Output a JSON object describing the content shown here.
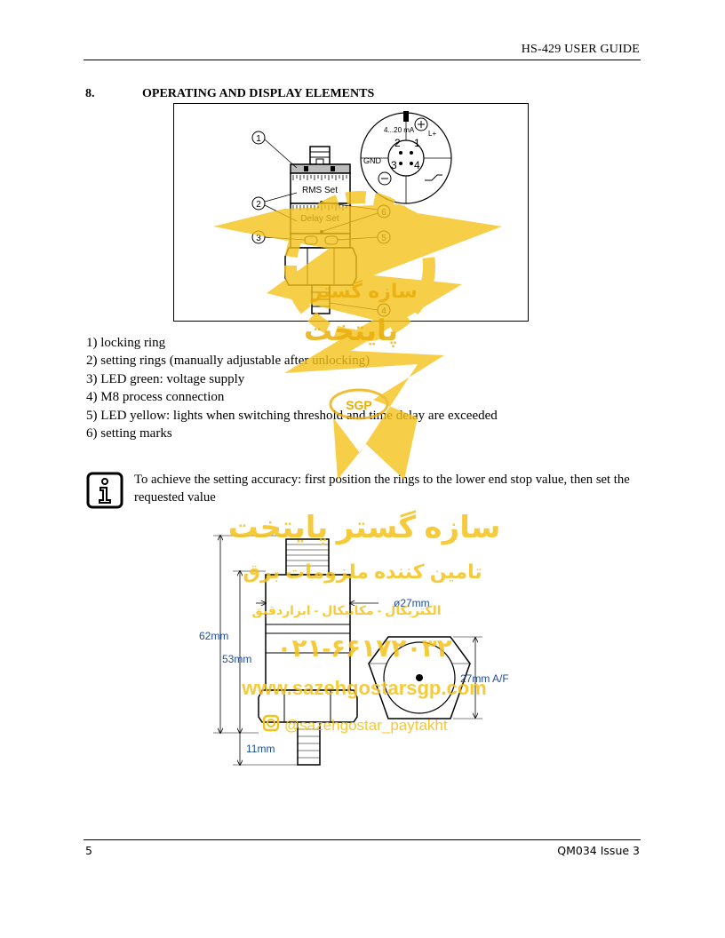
{
  "header": {
    "title": "HS-429 USER GUIDE"
  },
  "section": {
    "number": "8.",
    "title": "OPERATING AND DISPLAY ELEMENTS"
  },
  "diagram": {
    "callouts": [
      "1",
      "2",
      "3",
      "4",
      "5",
      "6"
    ],
    "ring_labels": {
      "rms": "RMS Set",
      "delay": "Delay Set"
    },
    "connector": {
      "signal": "4...20 mA",
      "lplus": "L+",
      "gnd": "GND",
      "pins": [
        "2",
        "1",
        "3",
        "4"
      ]
    }
  },
  "legend": [
    "1) locking ring",
    "2) setting rings (manually adjustable after unlocking)",
    "3) LED green: voltage supply",
    "4) M8 process connection",
    "5) LED yellow: lights when switching threshold and time delay are exceeded",
    "6) setting marks"
  ],
  "note": {
    "text": "To achieve the setting accuracy: first position the rings to the lower end stop value, then set the requested value"
  },
  "dimensions": {
    "diameter": "ø27mm",
    "total": "62mm",
    "body": "53mm",
    "thread": "11mm",
    "af": "27mm A/F"
  },
  "watermark": {
    "company": "سازه گستر پایتخت",
    "tagline": "تامین کننده ملزومات برق",
    "sub": "الکتریکال - مکانیکال - ابزاردقیق",
    "phone": "۰۲۱-۶۶۱۷۲۰۳۲",
    "website": "www.sazehgostarsgp.com",
    "instagram": "@sazehgostar_paytakht",
    "badge": "SGP",
    "logo_line1": "سازه گستر",
    "logo_line2": "پایتخت"
  },
  "footer": {
    "page": "5",
    "doc": "QM034 Issue 3"
  },
  "colors": {
    "dimension_blue": "#1f4e9a",
    "watermark_yellow": "#f5c21a"
  }
}
